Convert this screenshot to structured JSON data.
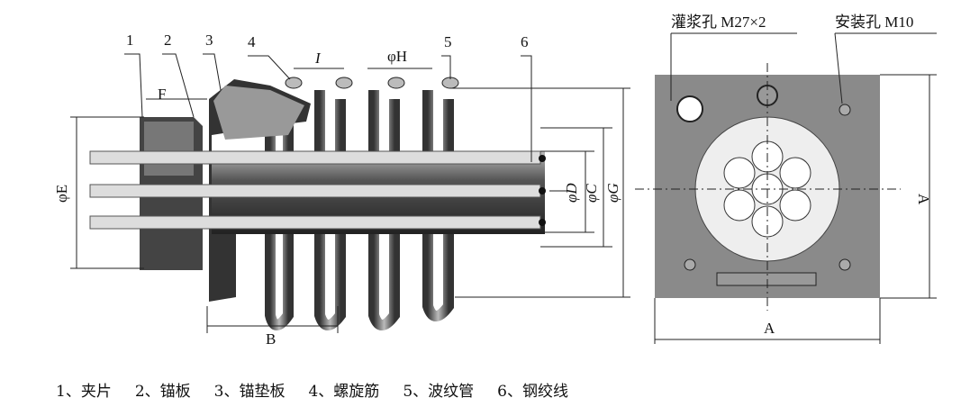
{
  "left_view": {
    "part_numbers": [
      "1",
      "2",
      "3",
      "4",
      "5",
      "6"
    ],
    "dim_I": "I",
    "dim_H": "φH",
    "dim_F": "F",
    "dim_E": "φE",
    "dim_B": "B",
    "dim_D": "φD",
    "dim_C": "φC",
    "dim_G": "φG"
  },
  "right_view": {
    "grout_hole": "灌浆孔 M27×2",
    "mount_hole": "安装孔 M10",
    "dim_A_horizontal": "A",
    "dim_A_vertical": "A"
  },
  "legend": [
    "1、夹片",
    "2、锚板",
    "3、锚垫板",
    "4、螺旋筋",
    "5、波纹管",
    "6、钢绞线"
  ]
}
